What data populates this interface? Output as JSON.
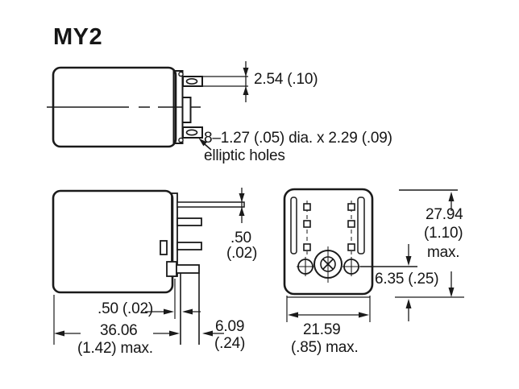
{
  "title": "MY2",
  "colors": {
    "ink": "#1a1a1a",
    "paper": "#ffffff"
  },
  "dimensions": {
    "pin_pitch": "2.54 (.10)",
    "hole_note_line1": "8–1.27 (.05) dia. x 2.29 (.09)",
    "hole_note_line2": "elliptic holes",
    "terminal_thickness_value": ".50",
    "terminal_thickness_inches": "(.02)",
    "terminal_gap": ".50 (.02)",
    "case_length_value": "36.06",
    "case_length_inches": "(1.42) max.",
    "terminal_length_value": "6.09",
    "terminal_length_inches": "(.24)",
    "case_height_value": "27.94",
    "case_height_inches": "(1.10)",
    "case_height_suffix": "max.",
    "pin_row_offset": "6.35 (.25)",
    "case_width_value": "21.59",
    "case_width_inches": "(.85) max."
  }
}
